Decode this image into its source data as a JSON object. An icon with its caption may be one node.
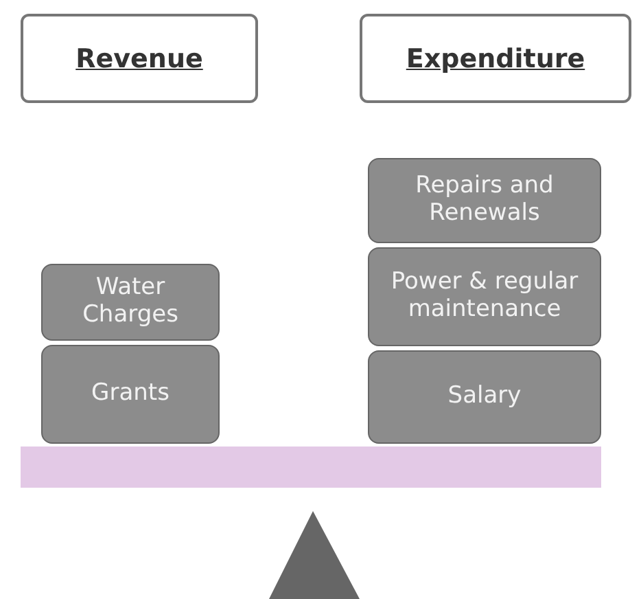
{
  "diagram": {
    "nodes": [
      {
        "text": [
          "Revenue"
        ]
      },
      {
        "text": [
          "Expenditure"
        ]
      },
      {
        "text": [
          "Water Charges"
        ]
      },
      {
        "text": [
          "Grants"
        ]
      },
      {
        "text": [
          "Repairs and Renewals"
        ]
      },
      {
        "text": [
          "Power & regular maintenance"
        ]
      },
      {
        "text": [
          "Salary"
        ]
      }
    ]
  }
}
